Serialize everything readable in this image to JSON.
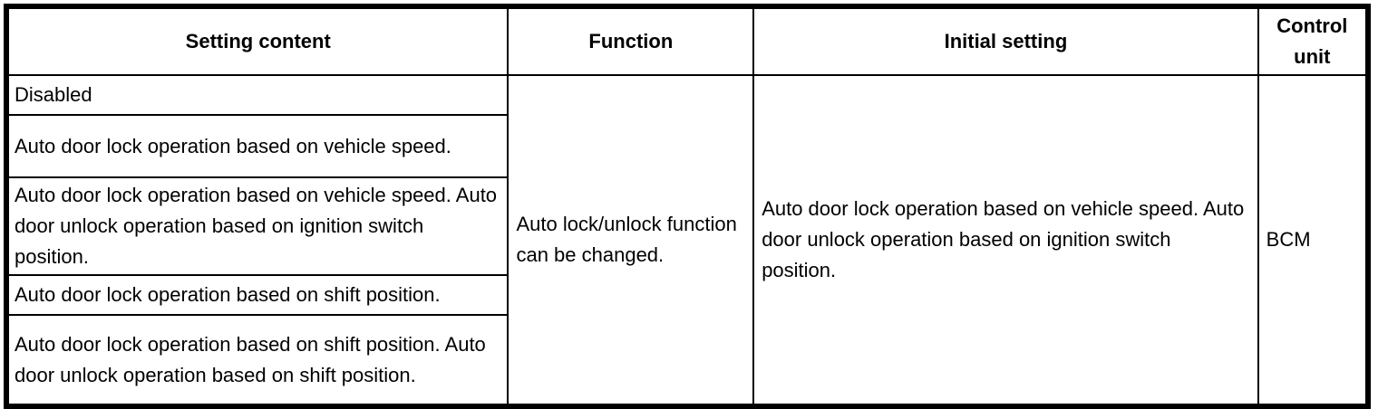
{
  "table": {
    "headers": {
      "setting_content": "Setting content",
      "function": "Function",
      "initial_setting": "Initial setting",
      "control_unit": "Control unit"
    },
    "setting_rows": [
      "Disabled",
      "Auto door lock operation based on vehicle speed.",
      "Auto door lock operation based on vehicle speed. Auto door unlock operation based on ignition switch position.",
      "Auto door lock operation based on shift position.",
      "Auto door lock operation based on shift position. Auto door unlock operation based on shift position."
    ],
    "function_cell": "Auto lock/unlock function can be changed.",
    "initial_setting_cell": "Auto door lock operation based on vehicle speed. Auto door unlock operation based on ignition switch position.",
    "control_unit_cell": "BCM"
  },
  "colors": {
    "border": "#000000",
    "background": "#ffffff",
    "text": "#000000"
  }
}
